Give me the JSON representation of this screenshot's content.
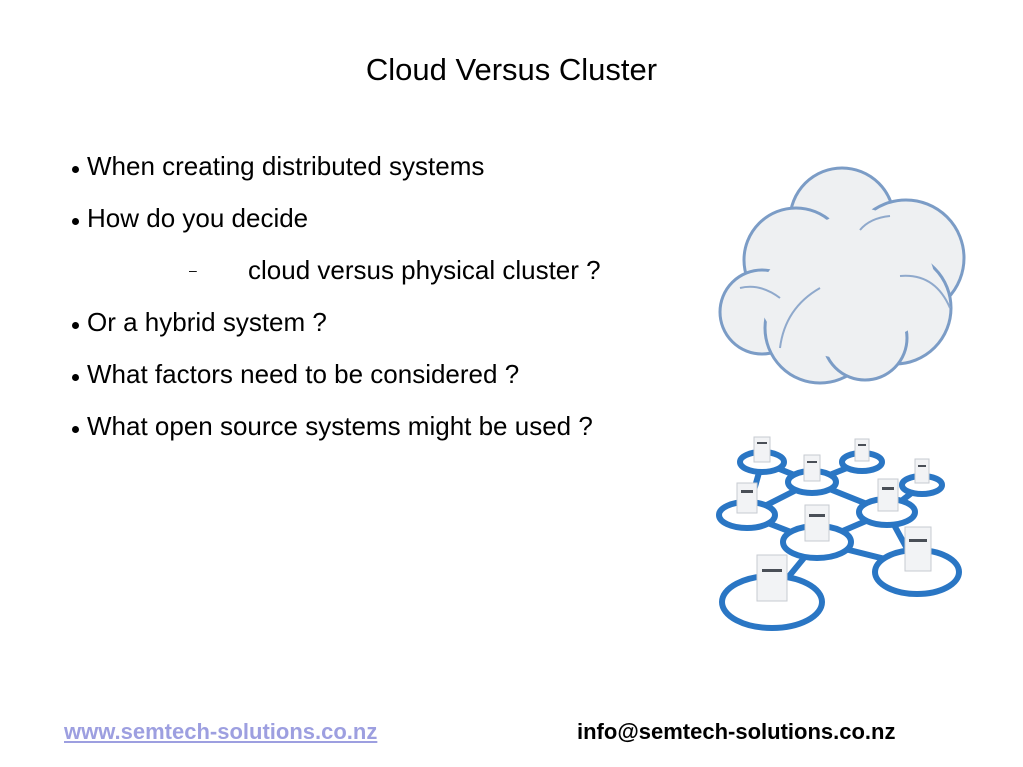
{
  "slide": {
    "title": "Cloud Versus Cluster",
    "bullets": [
      {
        "text": "When creating distributed systems"
      },
      {
        "text": "How do you decide"
      },
      {
        "sub": true,
        "marker": "–",
        "text": "cloud versus physical cluster ?"
      },
      {
        "text": "Or a hybrid system ?"
      },
      {
        "text": "What factors need to be considered ?"
      },
      {
        "text": "What open source systems might be used ?"
      }
    ],
    "images": {
      "cloud": "cloud-illustration",
      "network": "server-network-illustration"
    }
  },
  "footer": {
    "website": "www.semtech-solutions.co.nz",
    "email": "info@semtech-solutions.co.nz"
  },
  "colors": {
    "link": "#9d9fe0",
    "cloud_fill": "#eef0f2",
    "cloud_stroke": "#7b9cc6",
    "network_blue": "#2a76c4"
  }
}
